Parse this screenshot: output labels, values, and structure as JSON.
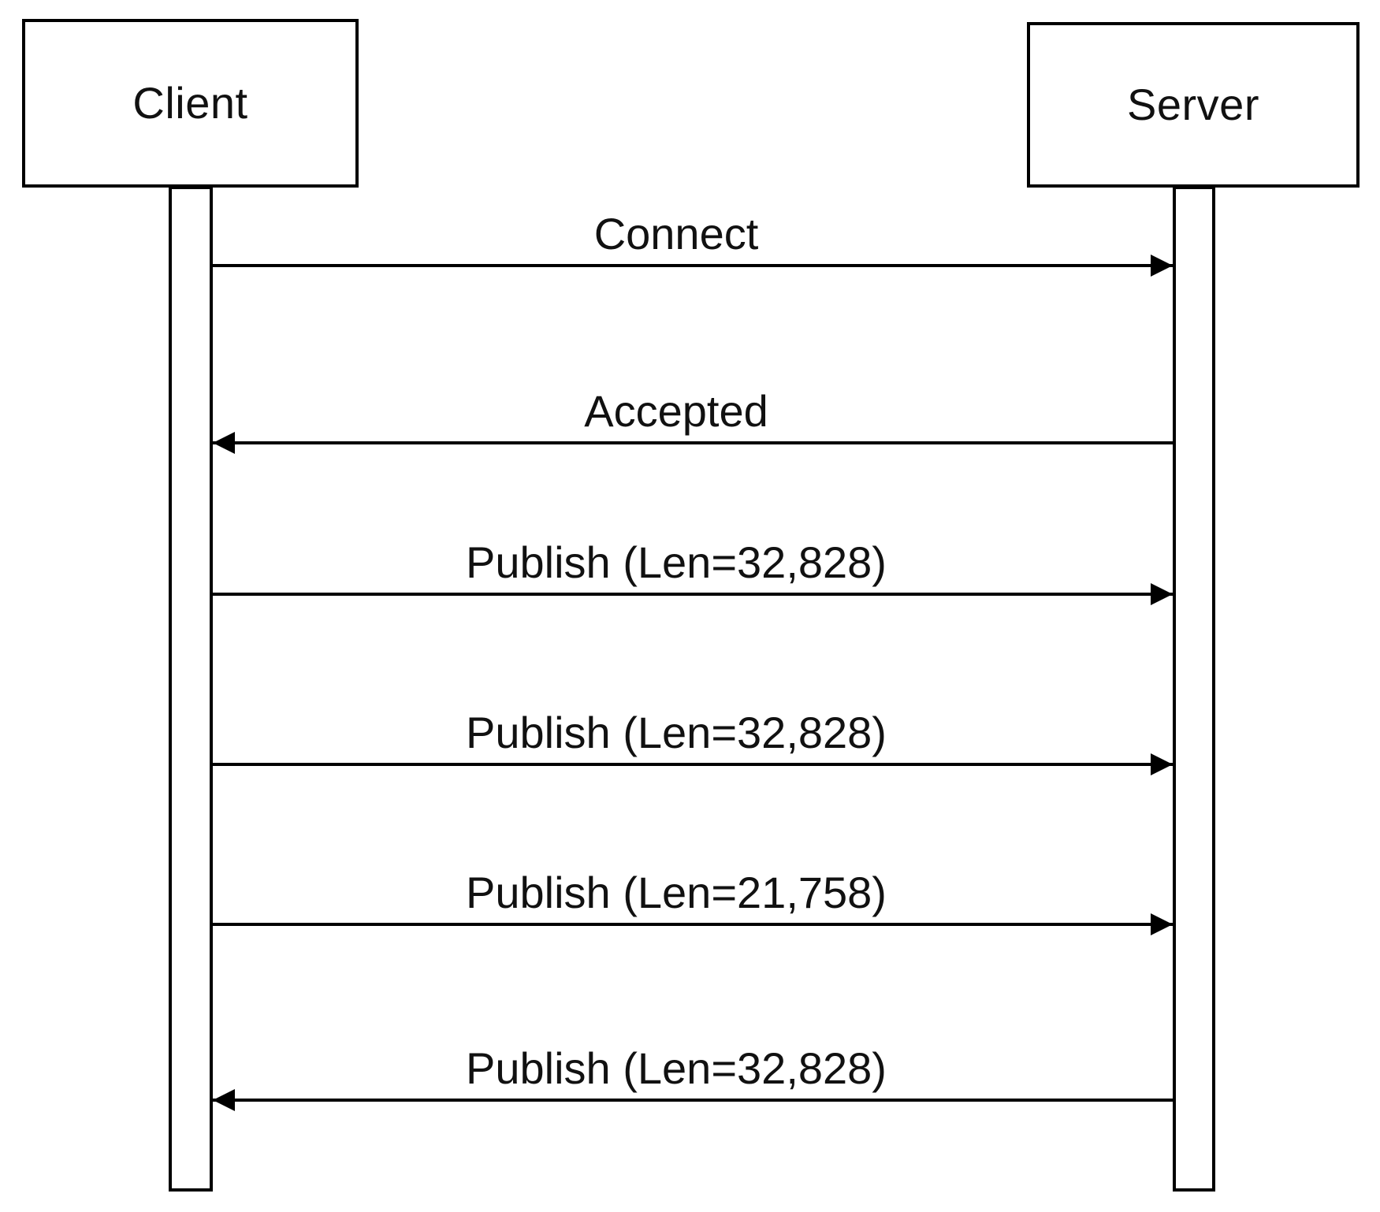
{
  "diagram": {
    "type": "sequence-diagram",
    "actors": [
      {
        "name": "Client"
      },
      {
        "name": "Server"
      }
    ],
    "messages": [
      {
        "label": "Connect",
        "from": "Client",
        "to": "Server"
      },
      {
        "label": "Accepted",
        "from": "Server",
        "to": "Client"
      },
      {
        "label": "Publish (Len=32,828)",
        "from": "Client",
        "to": "Server"
      },
      {
        "label": "Publish (Len=32,828)",
        "from": "Client",
        "to": "Server"
      },
      {
        "label": "Publish (Len=21,758)",
        "from": "Client",
        "to": "Server"
      },
      {
        "label": "Publish (Len=32,828)",
        "from": "Server",
        "to": "Client"
      }
    ],
    "colors": {
      "line": "#000000",
      "background": "#ffffff",
      "text": "#111111"
    }
  }
}
